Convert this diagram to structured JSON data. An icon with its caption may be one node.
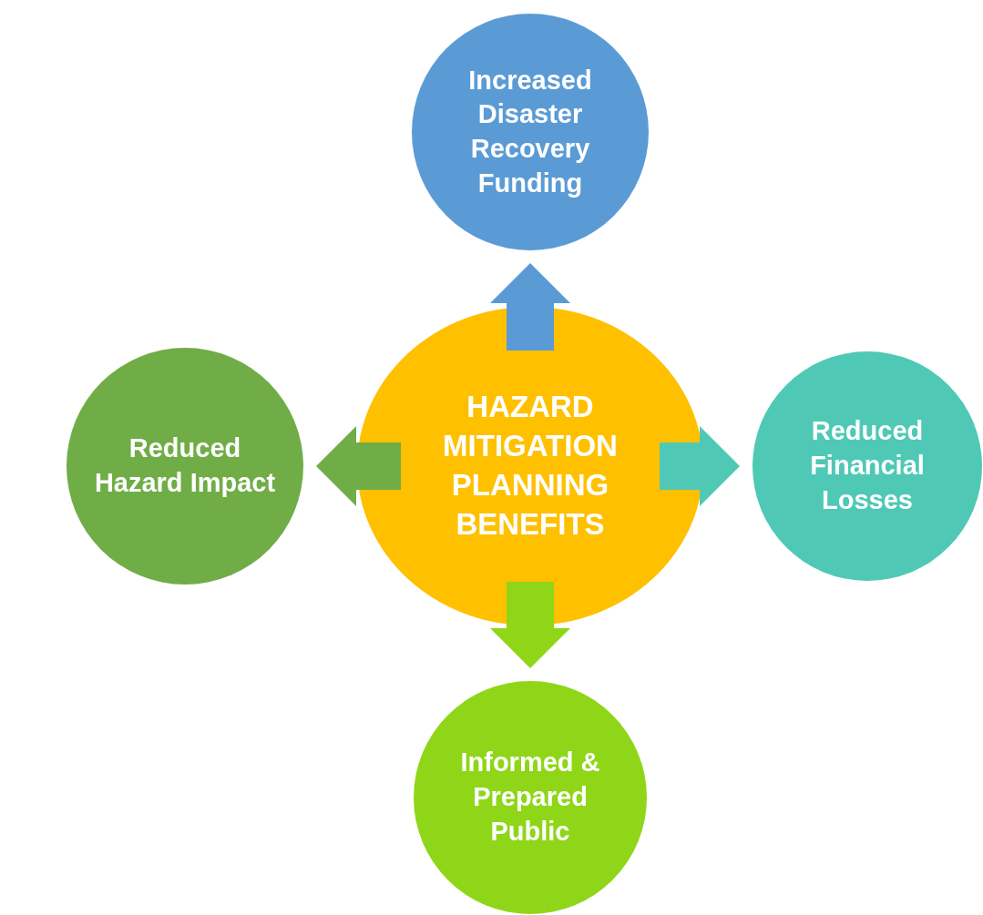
{
  "diagram": {
    "nodes": [
      {
        "text": [
          "HAZARD MITIGATION PLANNING BENEFITS"
        ]
      },
      {
        "text": [
          "Increased Disaster Recovery Funding"
        ]
      },
      {
        "text": [
          "Reduced Hazard Impact"
        ]
      },
      {
        "text": [
          "Reduced Financial Losses"
        ]
      },
      {
        "text": [
          "Informed & Prepared Public"
        ]
      }
    ],
    "edges": [
      {
        "from": 0,
        "to": 1,
        "arrow": "to",
        "style": "thick",
        "color": "#5b9bd5"
      },
      {
        "from": 0,
        "to": 2,
        "arrow": "to",
        "style": "thick",
        "color": "#70ad47"
      },
      {
        "from": 0,
        "to": 3,
        "arrow": "to",
        "style": "thick",
        "color": "#4fc9b5"
      },
      {
        "from": 0,
        "to": 4,
        "arrow": "to",
        "style": "thick",
        "color": "#8fd619"
      }
    ]
  }
}
